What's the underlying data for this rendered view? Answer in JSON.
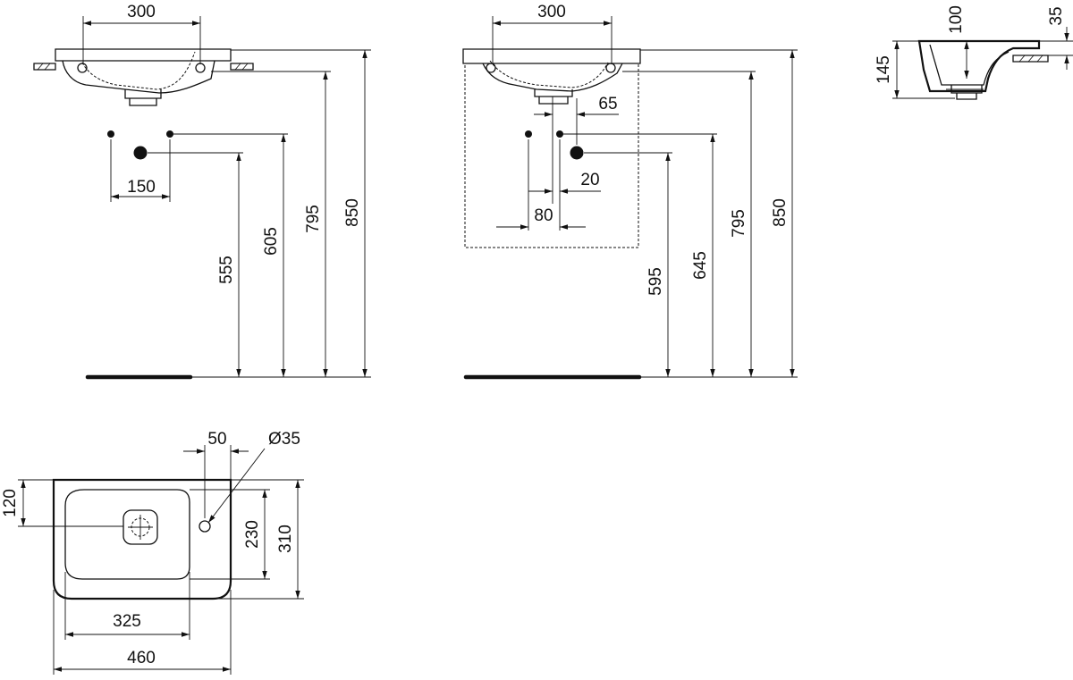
{
  "front_view_a": {
    "width_300": "300",
    "spacing_150": "150",
    "height_555": "555",
    "height_605": "605",
    "height_795": "795",
    "height_850": "850"
  },
  "front_view_b": {
    "width_300": "300",
    "offset_65": "65",
    "offset_20": "20",
    "offset_80": "80",
    "height_595": "595",
    "height_645": "645",
    "height_795": "795",
    "height_850": "850"
  },
  "side_view": {
    "depth_100": "100",
    "thickness_35": "35",
    "height_145": "145"
  },
  "top_view": {
    "offset_50": "50",
    "hole_dia": "Ø35",
    "depth_120": "120",
    "bowl_230": "230",
    "overall_310": "310",
    "bowl_325": "325",
    "overall_460": "460"
  }
}
